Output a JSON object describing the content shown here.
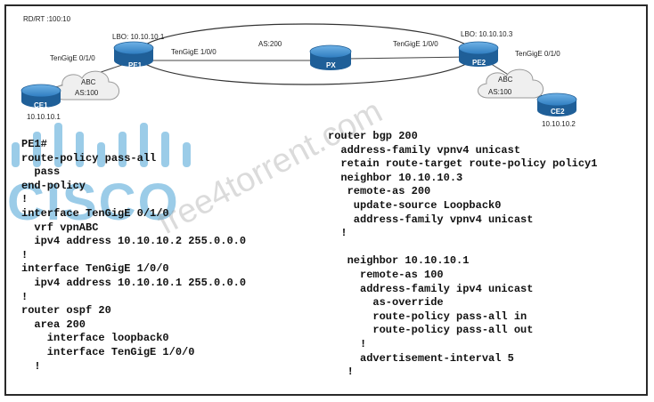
{
  "diagram": {
    "rd_rt": "RD/RT :100:10",
    "pe1": {
      "label": "PE1",
      "lbo": "LBO: 10.10.10.1",
      "left_if": "TenGigE 0/1/0",
      "right_if": "TenGigE 1/0/0"
    },
    "px": {
      "label": "PX"
    },
    "pe2": {
      "label": "PE2",
      "lbo": "LBO: 10.10.10.3",
      "left_if": "TenGigE 1/0/0",
      "right_if": "TenGigE 0/1/0"
    },
    "core_as": "AS:200",
    "cloud_left": {
      "name": "ABC",
      "as": "AS:100"
    },
    "cloud_right": {
      "name": "ABC",
      "as": "AS:100"
    },
    "ce1": {
      "label": "CE1",
      "ip": "10.10.10.1"
    },
    "ce2": {
      "label": "CE2",
      "ip": "10.10.10.2"
    }
  },
  "left_config": [
    "PE1#",
    "route-policy pass-all",
    "  pass",
    "end-policy",
    "!",
    "interface TenGigE 0/1/0",
    "  vrf vpnABC",
    "  ipv4 address 10.10.10.2 255.0.0.0",
    "!",
    "interface TenGigE 1/0/0",
    "  ipv4 address 10.10.10.1 255.0.0.0",
    "!",
    "router ospf 20",
    "  area 200",
    "    interface loopback0",
    "    interface TenGigE 1/0/0",
    "  !"
  ],
  "right_config": [
    "router bgp 200",
    "  address-family vpnv4 unicast",
    "  retain route-target route-policy policy1",
    "  neighbor 10.10.10.3",
    "   remote-as 200",
    "    update-source Loopback0",
    "    address-family vpnv4 unicast",
    "  !",
    "",
    "   neighbor 10.10.10.1",
    "     remote-as 100",
    "     address-family ipv4 unicast",
    "       as-override",
    "       route-policy pass-all in",
    "       route-policy pass-all out",
    "     !",
    "     advertisement-interval 5",
    "   !"
  ],
  "watermark": {
    "brand": "CISCO",
    "site": "free4torrent.com"
  },
  "colors": {
    "router_fill": "#3d8fd0",
    "router_dark": "#1f5f98",
    "cloud_fill": "#eeeeee",
    "text": "#111111"
  }
}
